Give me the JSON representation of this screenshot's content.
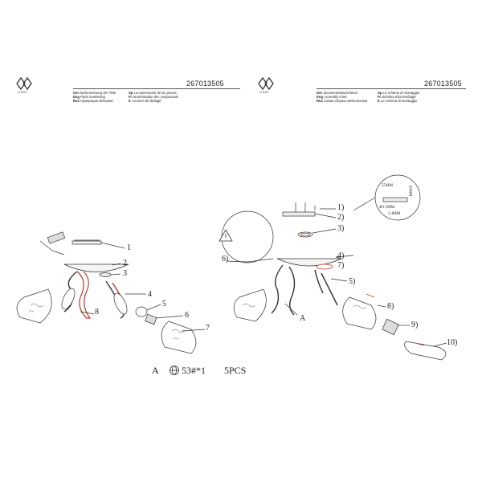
{
  "left_sheet": {
    "code": "267013505",
    "logo_word": "LIGHT",
    "lines": [
      {
        "lang": "Ger",
        "text": "Nummerierung der Teile"
      },
      {
        "lang": "Eng",
        "text": "Parts numbering"
      },
      {
        "lang": "Rus",
        "text": "Нумерация деталей"
      }
    ],
    "lines_right": [
      {
        "lang": "Sp",
        "text": "La numeración de las piezas"
      },
      {
        "lang": "Fr",
        "text": "Numérotation des composants"
      },
      {
        "lang": "It",
        "text": "I numeri dei dettagli"
      }
    ],
    "callouts": [
      "1",
      "2",
      "3",
      "4",
      "5",
      "6",
      "7",
      "8"
    ],
    "spare": {
      "letter": "A",
      "code": "53#*1",
      "qty": "5PCS"
    }
  },
  "right_sheet": {
    "code": "267013505",
    "logo_word": "LIGHT",
    "lines": [
      {
        "lang": "Ger",
        "text": "Zusammenbauschema"
      },
      {
        "lang": "Eng",
        "text": "Assembly chart"
      },
      {
        "lang": "Rus",
        "text": "Схема сборки светильника"
      }
    ],
    "lines_right": [
      {
        "lang": "Sp",
        "text": "Lo schema di montaggio"
      },
      {
        "lang": "Fr",
        "text": "Schéma d'assemblage"
      },
      {
        "lang": "It",
        "text": "Lo schema di montaggio"
      }
    ],
    "callouts": [
      "1)",
      "2)",
      "3)",
      "4)",
      "5)",
      "6)",
      "7)",
      "8)",
      "9)",
      "10)",
      "A"
    ],
    "detail_dims": [
      "55MM",
      "43MM",
      "Ф3 5MM",
      "2.4MM"
    ]
  },
  "colors": {
    "line": "#333333",
    "accent_red": "#c0392b"
  }
}
